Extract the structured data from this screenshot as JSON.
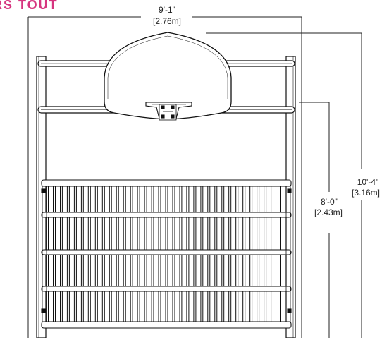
{
  "title": "RS TOUT",
  "dimensions": {
    "width_ft": "9'-1\"",
    "width_m": "[2.76m]",
    "total_height_ft": "10'-4\"",
    "total_height_m": "[3.16m]",
    "rim_height_ft": "8'-0\"",
    "rim_height_m": "[2.43m]"
  },
  "colors": {
    "title": "#d6357f",
    "line": "#111111",
    "dim_line": "#222222"
  }
}
